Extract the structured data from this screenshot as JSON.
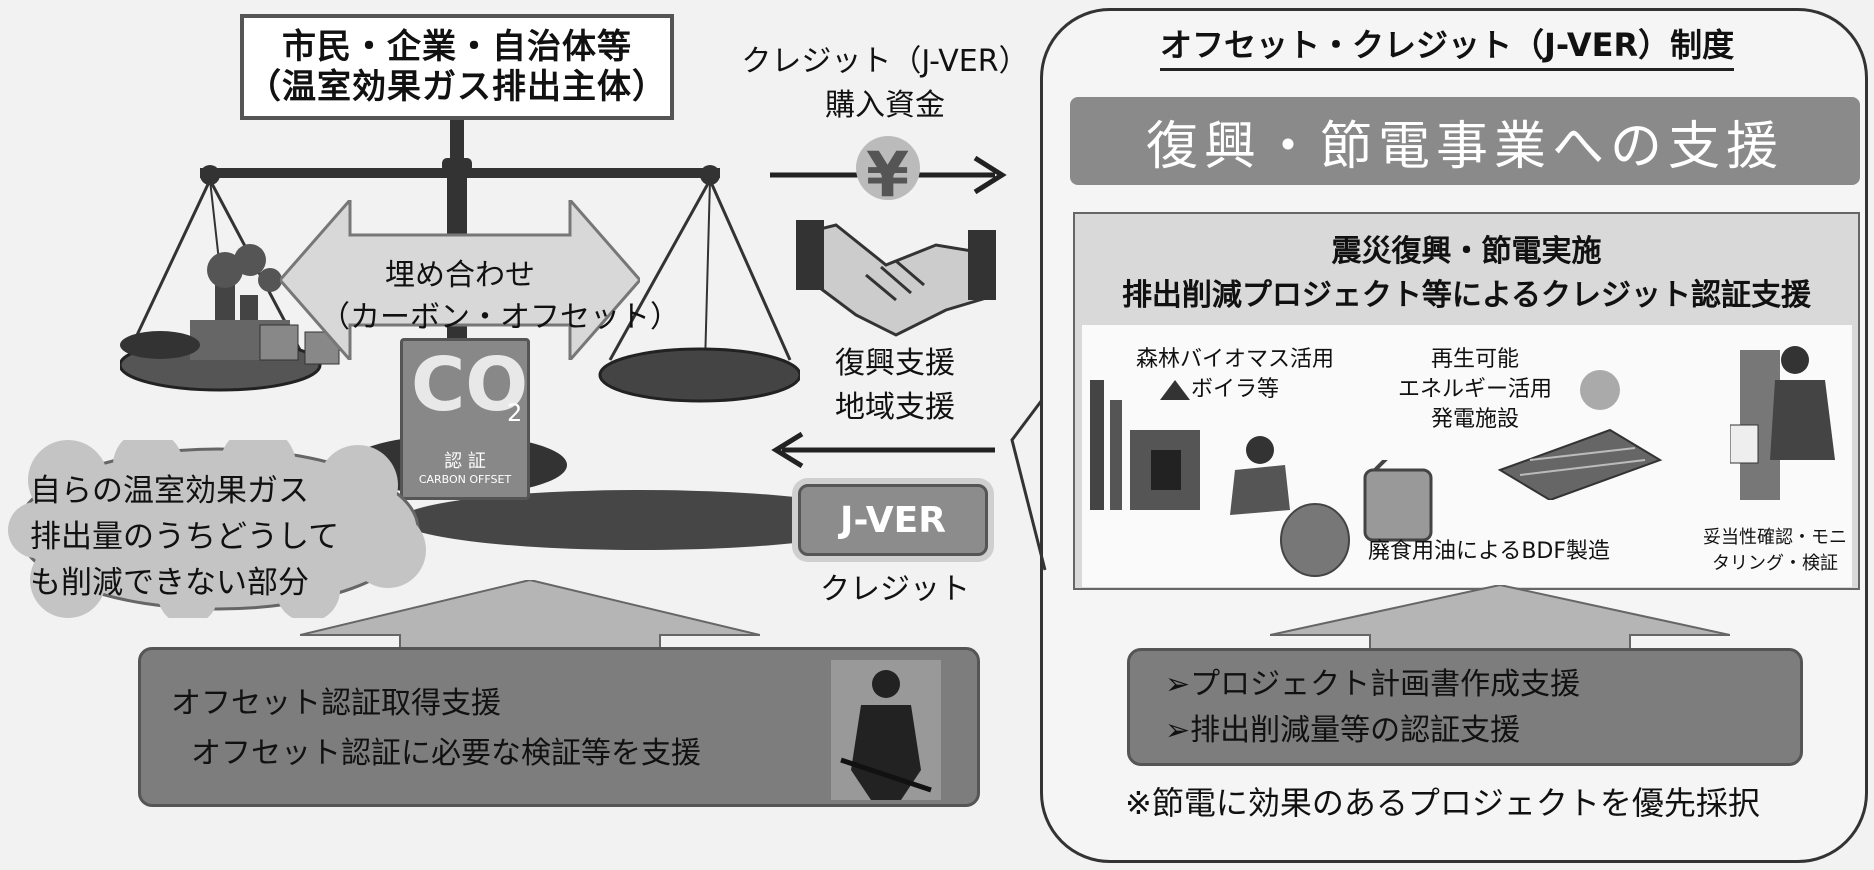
{
  "left": {
    "actor_line1": "市民・企業・自治体等",
    "actor_line2": "（温室効果ガス排出主体）",
    "offset_label_line1": "埋め合わせ",
    "offset_label_line2": "（カーボン・オフセット）",
    "co2_badge": {
      "glyph": "CO",
      "sub": "2",
      "cert": "認 証",
      "caption": "CARBON OFFSET"
    },
    "cloud_line1": "自らの温室効果ガス",
    "cloud_line2": "排出量のうちどうして",
    "cloud_line3": "も削減できない部分",
    "support_line1": "オフセット認証取得支援",
    "support_line2": "オフセット認証に必要な検証等を支援"
  },
  "middle": {
    "funds_line1": "クレジット（J-VER）",
    "funds_line2": "購入資金",
    "yen_symbol": "¥",
    "support_line1": "復興支援",
    "support_line2": "地域支援",
    "jver_button": "J-VER",
    "credit_label": "クレジット"
  },
  "right": {
    "header": "オフセット・クレジット（J-VER）制度",
    "banner": "復興・節電事業への支援",
    "support_head_line1": "震災復興・節電実施",
    "support_head_line2": "排出削減プロジェクト等によるクレジット認証支援",
    "item_forest_line1": "森林バイオマス活用",
    "item_forest_line2": "ボイラ等",
    "item_renew_line1": "再生可能",
    "item_renew_line2": "エネルギー活用",
    "item_renew_line3": "発電施設",
    "item_bdf": "廃食用油によるBDF製造",
    "item_verify_line1": "妥当性確認・モニ",
    "item_verify_line2": "タリング・検証",
    "bullet1": "プロジェクト計画書作成支援",
    "bullet2": "排出削減量等の認証支援",
    "bullet_marker": "➢",
    "note": "※節電に効果のあるプロジェクトを優先採択"
  },
  "colors": {
    "panel_gray": "#7d7d7d",
    "banner_gray": "#8a8a8a",
    "frame": "#333333",
    "light_gray": "#d9d9d9"
  },
  "icons": [
    "balance-scale-icon",
    "double-arrow-icon",
    "co2-certification-icon",
    "handshake-icon",
    "yen-icon",
    "factory-icon",
    "boiler-worker-icon",
    "oil-can-icon",
    "solar-panel-icon",
    "businessman-icon"
  ]
}
